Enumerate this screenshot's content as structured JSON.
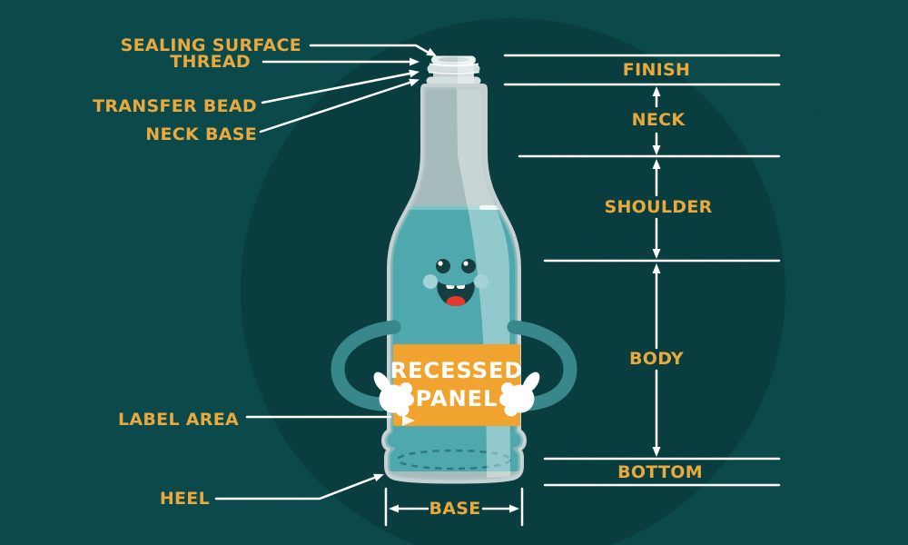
{
  "diagram": {
    "left_labels": [
      {
        "id": "sealing-surface",
        "text": "SEALING SURFACE"
      },
      {
        "id": "thread",
        "text": "THREAD"
      },
      {
        "id": "transfer-bead",
        "text": "TRANSFER BEAD"
      },
      {
        "id": "neck-base",
        "text": "NECK BASE"
      },
      {
        "id": "label-area",
        "text": "LABEL AREA"
      },
      {
        "id": "heel",
        "text": "HEEL"
      }
    ],
    "right_labels": [
      {
        "id": "finish",
        "text": "FINISH"
      },
      {
        "id": "neck",
        "text": "NECK"
      },
      {
        "id": "shoulder",
        "text": "SHOULDER"
      },
      {
        "id": "body",
        "text": "BODY"
      },
      {
        "id": "bottom",
        "text": "BOTTOM"
      },
      {
        "id": "base",
        "text": "BASE"
      }
    ],
    "panel": {
      "line1": "RECESSED",
      "line2": "PANEL"
    },
    "colors": {
      "background": "#0D5254",
      "backdrop_circle": "#0B4547",
      "label_gold": "#E9A93C",
      "panel_orange": "#F0A42F",
      "liquid_teal": "#4FA8AD",
      "glass": "#A6BBBB",
      "glass_outline": "#C6D2D1",
      "arm_teal": "#38878B",
      "line_white": "#FFFFFF",
      "face_dark": "#143E40",
      "tongue_red": "#E23B2E",
      "cheek_blue": "#A4D4D8"
    }
  }
}
